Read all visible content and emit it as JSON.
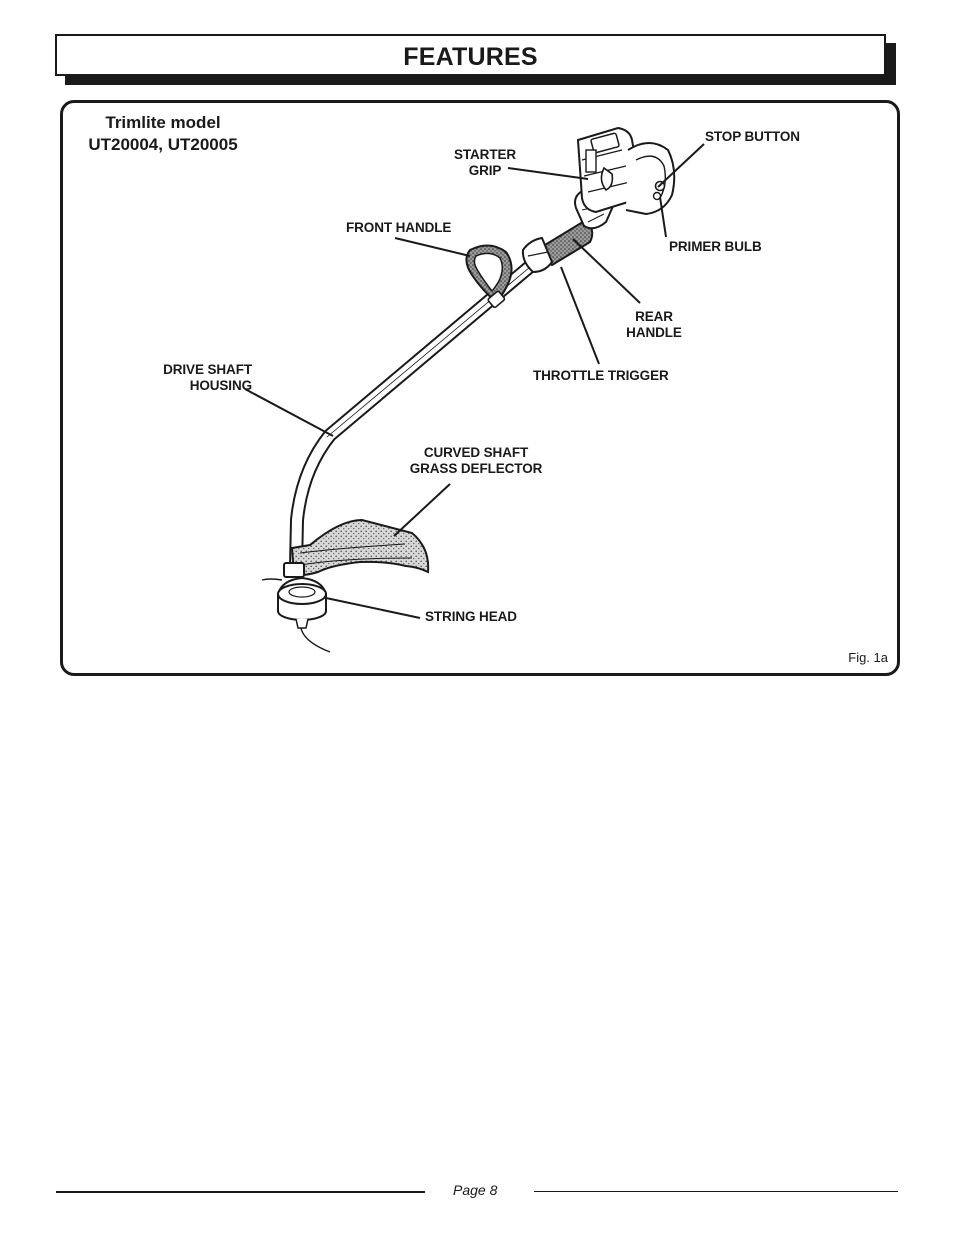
{
  "header": {
    "title": "FEATURES"
  },
  "figure": {
    "model_title_line1": "Trimlite model",
    "model_title_line2": "UT20004, UT20005",
    "caption": "Fig. 1a",
    "labels": {
      "starter_grip_line1": "STARTER",
      "starter_grip_line2": "GRIP",
      "stop_button": "STOP BUTTON",
      "front_handle": "FRONT HANDLE",
      "primer_bulb": "PRIMER BULB",
      "rear_handle_line1": "REAR",
      "rear_handle_line2": "HANDLE",
      "drive_shaft_line1": "DRIVE SHAFT",
      "drive_shaft_line2": "HOUSING",
      "throttle_trigger": "THROTTLE TRIGGER",
      "curved_shaft_line1": "CURVED SHAFT",
      "curved_shaft_line2": "GRASS DEFLECTOR",
      "string_head": "STRING HEAD"
    }
  },
  "footer": {
    "page_label": "Page 8"
  },
  "colors": {
    "ink": "#1a1a1a",
    "paper": "#ffffff",
    "stipple": "#8a8a8a"
  }
}
